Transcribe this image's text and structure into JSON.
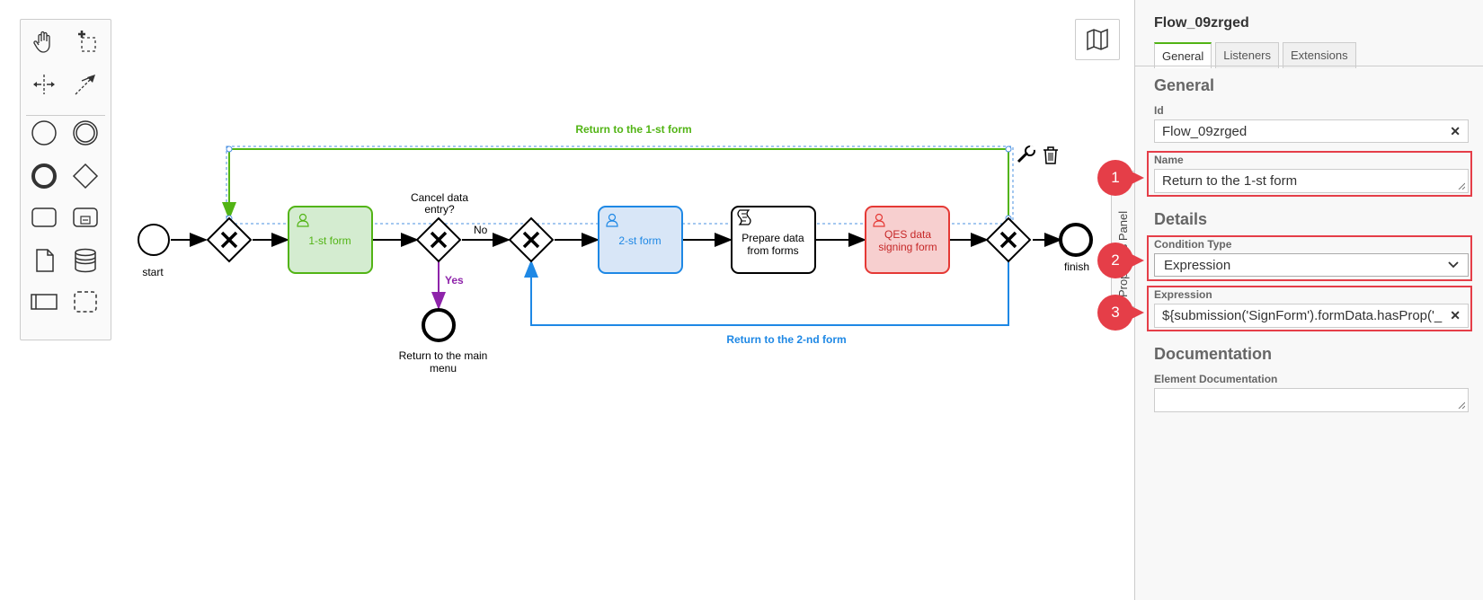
{
  "diagram": {
    "tasks": {
      "form1": "1-st form",
      "form2": "2-st form",
      "prepare_line1": "Prepare data",
      "prepare_line2": "from forms",
      "qes_line1": "QES data",
      "qes_line2": "signing form"
    },
    "gateway_label_line1": "Cancel data",
    "gateway_label_line2": "entry?",
    "flow_no": "No",
    "flow_yes": "Yes",
    "events": {
      "start": "start",
      "finish": "finish",
      "return_main_line1": "Return to the main",
      "return_main_line2": "menu"
    },
    "flow_return_first": "Return to the 1-st form",
    "flow_return_second": "Return to the 2-nd form",
    "colors": {
      "green": "#52b415",
      "blue": "#1e88e5",
      "red": "#e53935",
      "purple": "#8e24aa",
      "selection": "#4a90e2"
    }
  },
  "props_toggle_label": "Properties Panel",
  "panel": {
    "title": "Flow_09zrged",
    "tabs": [
      "General",
      "Listeners",
      "Extensions"
    ],
    "general_header": "General",
    "id_label": "Id",
    "id_value": "Flow_09zrged",
    "name_label": "Name",
    "name_value": "Return to the 1-st form",
    "details_header": "Details",
    "condition_label": "Condition Type",
    "condition_value": "Expression",
    "expression_label": "Expression",
    "expression_value": "${submission('SignForm').formData.hasProp('_",
    "documentation_header": "Documentation",
    "element_doc_label": "Element Documentation",
    "element_doc_value": ""
  },
  "callouts": [
    "1",
    "2",
    "3"
  ]
}
